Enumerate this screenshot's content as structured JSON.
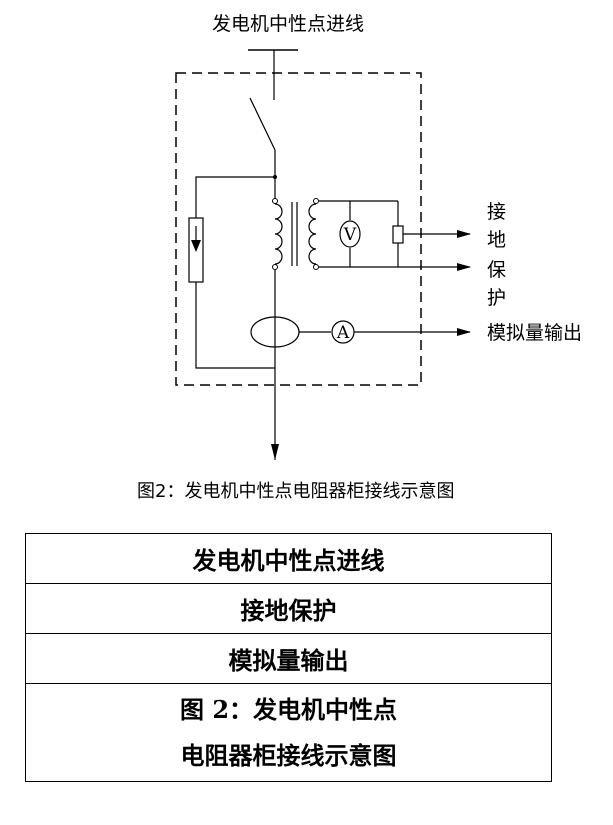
{
  "diagram": {
    "top_label": "发电机中性点进线",
    "right_labels": [
      "接",
      "地",
      "保",
      "护"
    ],
    "analog_output_label": "模拟量输出",
    "voltmeter_symbol": "V",
    "ammeter_symbol": "A",
    "caption": "图2：发电机中性点电阻器柜接线示意图"
  },
  "table": {
    "row1": "发电机中性点进线",
    "row2": "接地保护",
    "row3": "模拟量输出",
    "row4_line1": "图 2：发电机中性点",
    "row4_line2": "电阻器柜接线示意图"
  }
}
